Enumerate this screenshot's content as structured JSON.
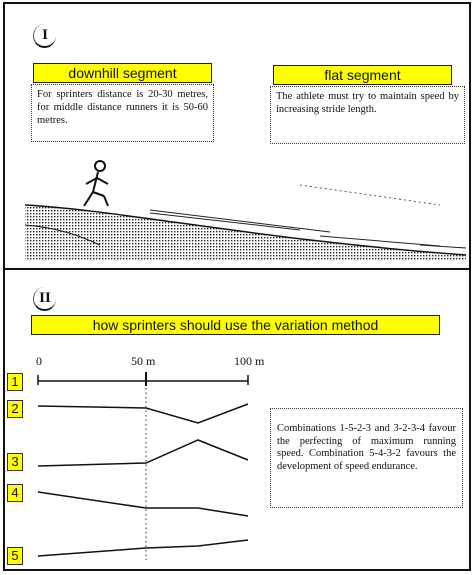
{
  "section1": {
    "numeral": "I",
    "downhill": {
      "label": "downhill segment",
      "text": "For sprinters distance is 20-30 metres, for middle distance runners it is 50-60 metres."
    },
    "flat": {
      "label": "flat segment",
      "text": "The athlete must try to maintain speed by increasing stride length."
    }
  },
  "section2": {
    "numeral": "II",
    "title": "how sprinters should use the variation method",
    "scale": {
      "start": "0",
      "mid": "50 m",
      "end": "100 m"
    },
    "variations": [
      "1",
      "2",
      "3",
      "4",
      "5"
    ],
    "note": "Combinations 1-5-2-3 and 3-2-3-4 favour the perfecting of maximum running speed. Combination 5-4-3-2 favours the development of speed endurance."
  },
  "colors": {
    "highlight": "#ffff00",
    "ink": "#111111"
  }
}
